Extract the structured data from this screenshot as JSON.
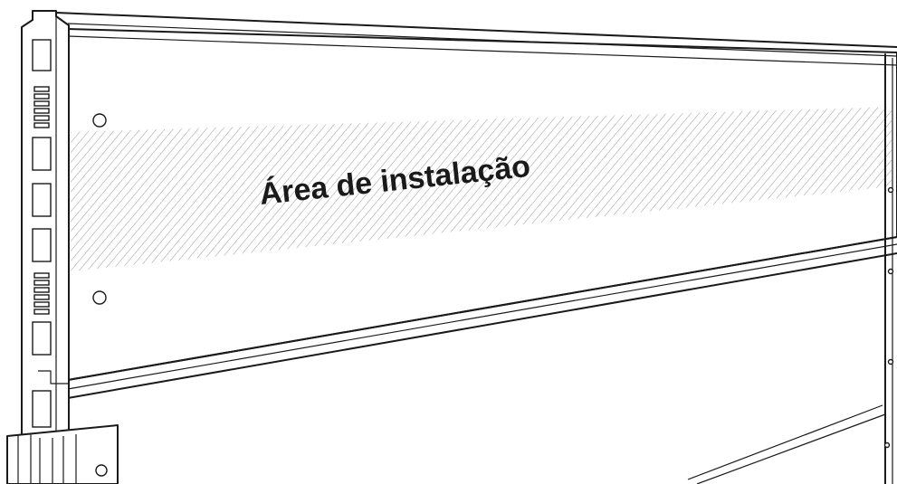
{
  "diagram": {
    "installation_area_label": "Área de instalação",
    "colors": {
      "line": "#1a1a1a",
      "hatch": "#9a9a9a",
      "background": "#ffffff"
    },
    "icons": [
      "mounting-post",
      "fence-panel",
      "bracket"
    ]
  }
}
